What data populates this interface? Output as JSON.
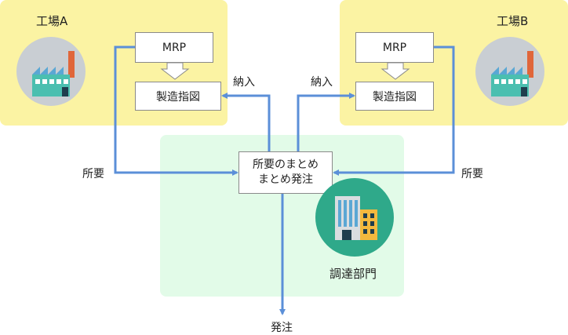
{
  "factory_a": {
    "title": "工場A",
    "mrp_label": "MRP",
    "instruction_label": "製造指図"
  },
  "factory_b": {
    "title": "工場B",
    "mrp_label": "MRP",
    "instruction_label": "製造指図"
  },
  "procurement": {
    "center_line1": "所要のまとめ",
    "center_line2": "まとめ発注",
    "department_label": "調達部門"
  },
  "flows": {
    "requirement_left": "所要",
    "requirement_right": "所要",
    "delivery_left": "納入",
    "delivery_right": "納入",
    "order": "発注"
  },
  "colors": {
    "factory_zone": "#fbf3a3",
    "procurement_zone": "#e2fbe8",
    "arrow": "#5b8fd8",
    "factory_icon_bg": "#c9ced3",
    "department_icon_bg": "#2fa98a",
    "factory_body": "#4bbfb0",
    "chimney": "#e0663a"
  },
  "icons": {
    "factory_a": "factory-icon",
    "factory_b": "factory-icon",
    "department": "office-building-icon"
  }
}
